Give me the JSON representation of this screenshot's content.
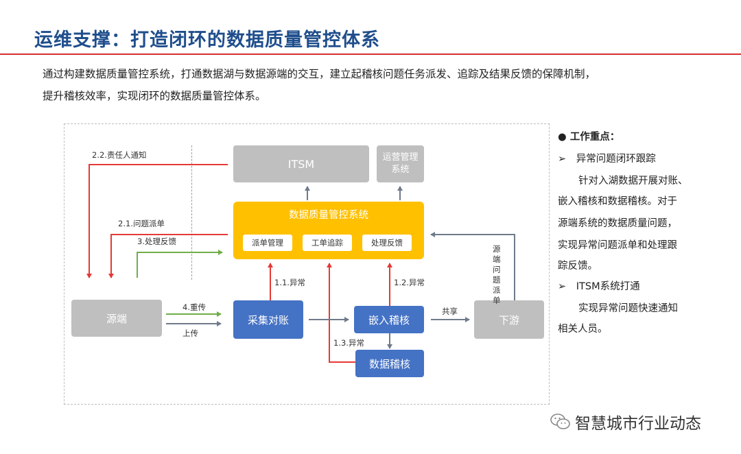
{
  "header": {
    "title": "运维支撑：打造闭环的数据质量管控体系",
    "intro_line1": "通过构建数据质量管控系统，打通数据湖与数据源端的交互，建立起稽核问题任务派发、追踪及结果反馈的保障机制，",
    "intro_line2": "提升稽核效率，实现闭环的数据质量管控体系。"
  },
  "diagram": {
    "nodes": {
      "itsm": "ITSM",
      "ops_system": "运营管理系统",
      "dq_system": "数据质量管控系统",
      "dq_sub1": "派单管理",
      "dq_sub2": "工单追踪",
      "dq_sub3": "处理反馈",
      "source": "源端",
      "collect": "采集对账",
      "embed_audit": "嵌入稽核",
      "data_audit": "数据稽核",
      "downstream": "下游"
    },
    "labels": {
      "notify_owner": "2.2.责任人通知",
      "issue_dispatch": "2.1.问题派单",
      "handle_feedback": "3.处理反馈",
      "reupload": "4.重传",
      "upload": "上传",
      "anomaly_1_1": "1.1.异常",
      "anomaly_1_2": "1.2.异常",
      "anomaly_1_3": "1.3.异常",
      "share": "共享",
      "source_issue_dispatch": "源端问题派单"
    }
  },
  "right_panel": {
    "focus_title": "工作重点：",
    "item1_title": "异常问题闭环跟踪",
    "item1_lines": [
      "针对入湖数据开展对账、",
      "嵌入稽核和数据稽核。对于",
      "源端系统的数据质量问题，",
      "实现异常问题派单和处理跟",
      "踪反馈。"
    ],
    "item2_title": "ITSM系统打通",
    "item2_lines": [
      "实现异常问题快速通知",
      "相关人员。"
    ]
  },
  "watermark": {
    "text": "智慧城市行业动态"
  },
  "colors": {
    "title": "#1f4e8c",
    "rule": "#d32f2f",
    "red_arrow": "#e53935",
    "green_arrow": "#70ad47",
    "gray_arrow": "#6f7a8a",
    "yellow_box": "#ffc000",
    "blue_box": "#4472c4",
    "gray_box": "#bfbfbf"
  }
}
